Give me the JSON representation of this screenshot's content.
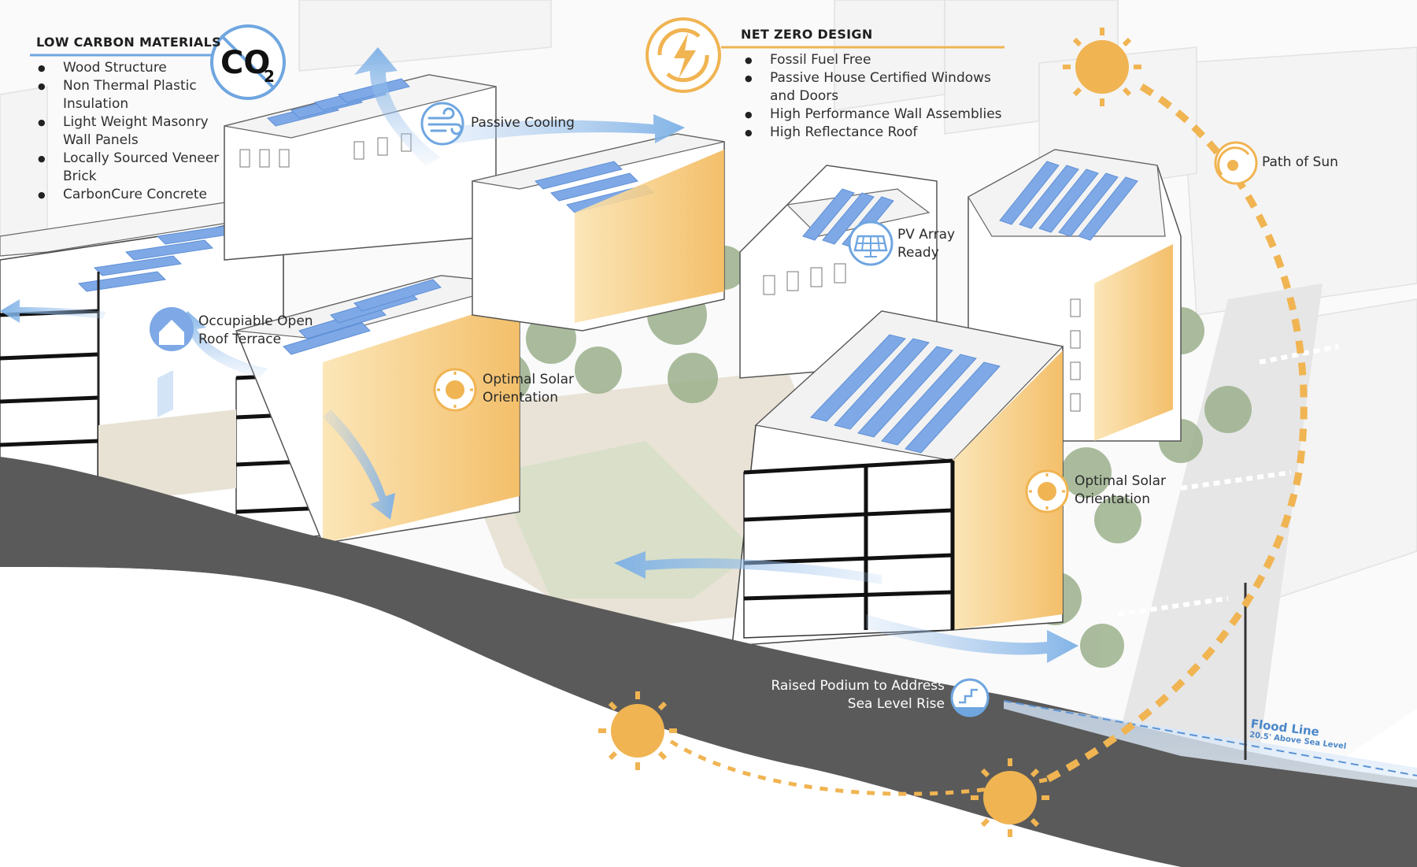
{
  "low_carbon": {
    "heading": "LOW CARBON MATERIALS",
    "items": [
      {
        "line1": "Wood Structure",
        "line2": ""
      },
      {
        "line1": "Non Thermal Plastic",
        "line2": "Insulation"
      },
      {
        "line1": "Light Weight Masonry",
        "line2": "Wall Panels"
      },
      {
        "line1": "Locally Sourced Veneer",
        "line2": "Brick"
      },
      {
        "line1": "CarbonCure Concrete",
        "line2": ""
      }
    ],
    "badge_main": "CO",
    "badge_sub": "2"
  },
  "net_zero": {
    "heading": "NET ZERO DESIGN",
    "items": [
      {
        "line1": "Fossil Fuel Free",
        "line2": ""
      },
      {
        "line1": "Passive House Certified Windows",
        "line2": "and Doors"
      },
      {
        "line1": "High Performance Wall Assemblies",
        "line2": ""
      },
      {
        "line1": "High Reflectance Roof",
        "line2": ""
      }
    ]
  },
  "callouts": {
    "passive_cooling": "Passive Cooling",
    "pv_array_1": "PV Array",
    "pv_array_2": "Ready",
    "path_of_sun": "Path of Sun",
    "roof_terrace_1": "Occupiable Open",
    "roof_terrace_2": "Roof Terrace",
    "solar_left_1": "Optimal Solar",
    "solar_left_2": "Orientation",
    "solar_right_1": "Optimal Solar",
    "solar_right_2": "Orientation",
    "podium_1": "Raised Podium to Address",
    "podium_2": "Sea Level Rise",
    "flood_line": "Flood Line",
    "flood_height": "20.5' Above Sea Level"
  },
  "colors": {
    "accent_orange": "#f0b452",
    "accent_blue": "#6fa6e0",
    "ground_dark": "#5a5a5a"
  }
}
